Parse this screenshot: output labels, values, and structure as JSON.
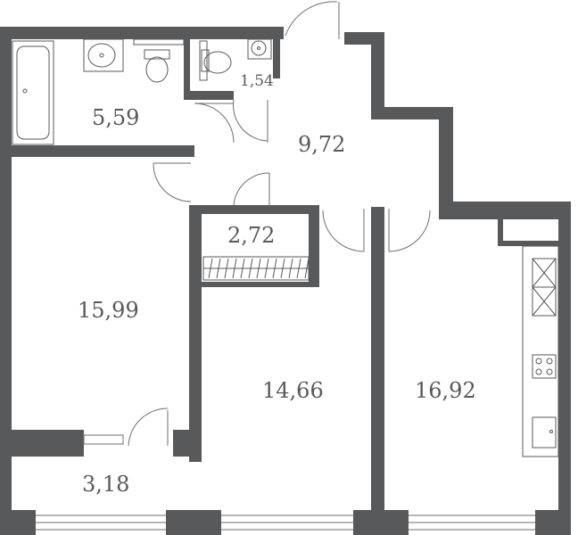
{
  "plan": {
    "colors": {
      "wall": "#58595b",
      "line": "#6d6e71",
      "fixture": "#58595b",
      "background": "#ffffff"
    },
    "rooms": [
      {
        "id": "bathroom",
        "area": "5,59"
      },
      {
        "id": "wc",
        "area": "1,54"
      },
      {
        "id": "hall",
        "area": "9,72"
      },
      {
        "id": "closet",
        "area": "2,72"
      },
      {
        "id": "bedroom-left",
        "area": "15,99"
      },
      {
        "id": "bedroom-middle",
        "area": "14,66"
      },
      {
        "id": "kitchen-living",
        "area": "16,92"
      },
      {
        "id": "balcony",
        "area": "3,18"
      }
    ],
    "icons": [
      "bathtub-icon",
      "sink-icon",
      "toilet-icon",
      "stove-icon",
      "kitchen-sink-icon",
      "door-icon",
      "window-icon"
    ]
  }
}
